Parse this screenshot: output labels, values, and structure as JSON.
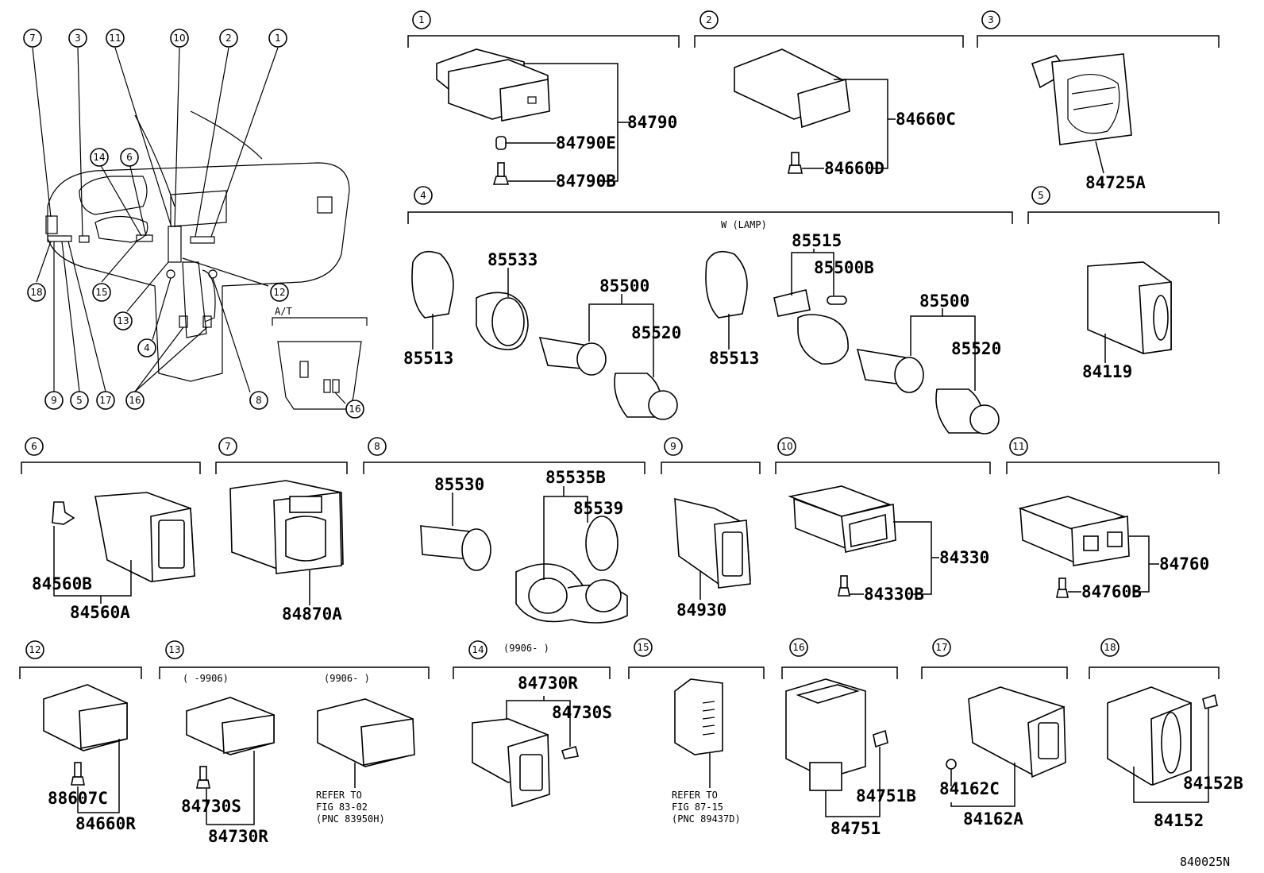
{
  "diagram_id": "840025N",
  "overview": {
    "callouts": [
      "7",
      "3",
      "11",
      "10",
      "2",
      "1",
      "14",
      "6",
      "18",
      "15",
      "13",
      "4",
      "9",
      "5",
      "17",
      "16",
      "12",
      "8"
    ],
    "at_label": "A/T",
    "at_callout": "16"
  },
  "sections": {
    "s1": {
      "num": "1",
      "parts": {
        "a": "84790",
        "b": "84790E",
        "c": "84790B"
      }
    },
    "s2": {
      "num": "2",
      "parts": {
        "a": "84660C",
        "b": "84660D"
      }
    },
    "s3": {
      "num": "3",
      "parts": {
        "a": "84725A"
      }
    },
    "s4": {
      "num": "4",
      "variant": "W (LAMP)",
      "parts": {
        "a": "85533",
        "b": "85500",
        "c": "85520",
        "d": "85513",
        "e": "85515",
        "f": "85500B",
        "g": "85513",
        "h": "85500",
        "i": "85520"
      }
    },
    "s5": {
      "num": "5",
      "parts": {
        "a": "84119"
      }
    },
    "s6": {
      "num": "6",
      "parts": {
        "a": "84560B",
        "b": "84560A"
      }
    },
    "s7": {
      "num": "7",
      "parts": {
        "a": "84870A"
      }
    },
    "s8": {
      "num": "8",
      "parts": {
        "a": "85530",
        "b": "85535B",
        "c": "85539"
      }
    },
    "s9": {
      "num": "9",
      "parts": {
        "a": "84930"
      }
    },
    "s10": {
      "num": "10",
      "parts": {
        "a": "84330",
        "b": "84330B"
      }
    },
    "s11": {
      "num": "11",
      "parts": {
        "a": "84760",
        "b": "84760B"
      }
    },
    "s12": {
      "num": "12",
      "parts": {
        "a": "88607C",
        "b": "84660R"
      }
    },
    "s13": {
      "num": "13",
      "date_a": "(   -9906)",
      "date_b": "(9906-     )",
      "parts": {
        "a": "84730S",
        "b": "84730R"
      },
      "refer": {
        "l1": "REFER TO",
        "l2": "FIG 83-02",
        "l3": "(PNC 83950H)"
      }
    },
    "s14": {
      "num": "14",
      "date": "(9906-     )",
      "parts": {
        "a": "84730R",
        "b": "84730S"
      }
    },
    "s15": {
      "num": "15",
      "refer": {
        "l1": "REFER TO",
        "l2": "FIG 87-15",
        "l3": "(PNC 89437D)"
      }
    },
    "s16": {
      "num": "16",
      "parts": {
        "a": "84751B",
        "b": "84751"
      }
    },
    "s17": {
      "num": "17",
      "parts": {
        "a": "84162C",
        "b": "84162A"
      }
    },
    "s18": {
      "num": "18",
      "parts": {
        "a": "84152B",
        "b": "84152"
      }
    }
  }
}
